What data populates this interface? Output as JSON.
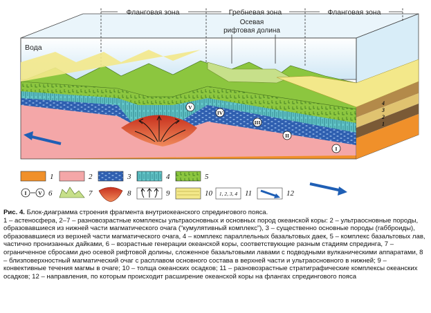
{
  "diagram": {
    "water_label": "Вода",
    "zones": [
      {
        "label": "Фланговая зона"
      },
      {
        "label": "Гребневая зона"
      },
      {
        "label": "Фланговая зона"
      }
    ],
    "rift_valley_label_line1": "Осевая",
    "rift_valley_label_line2": "рифтовая долина",
    "roman_markers": [
      "I",
      "II",
      "III",
      "IV",
      "V"
    ],
    "layer_numbers": [
      "4",
      "3",
      "2",
      "1"
    ],
    "legend": [
      {
        "num": "1",
        "color": "#f0902a"
      },
      {
        "num": "2",
        "color": "#f4a7a8"
      },
      {
        "num": "3",
        "color": "#2f5fb0"
      },
      {
        "num": "4",
        "color": "#63c5c8"
      },
      {
        "num": "5",
        "color": "#8cc63f"
      },
      {
        "num": "6",
        "symbol": "I – V"
      },
      {
        "num": "7",
        "color": "#c7e08a"
      },
      {
        "num": "8",
        "color": "#e0502a"
      },
      {
        "num": "9",
        "symbol": "arrows"
      },
      {
        "num": "10",
        "color": "#f3e88a"
      },
      {
        "num": "11",
        "symbol": "1, 2, 3, 4"
      },
      {
        "num": "12",
        "symbol": "arrow",
        "color": "#1f5fb5"
      }
    ]
  },
  "caption": {
    "fig_label": "Рис. 4.",
    "title": " Блок-диаграмма строения фрагмента внутриокеанского спредингового пояса.",
    "body": "1 – астеносфера, 2–7 – разновозрастные комплексы ультраосновных и основных пород океанской коры: 2 – ультраосновные породы, образовавшиеся из нижней части магматического очага (“кумулятивный комплекс”), 3 – существенно основные породы (габброиды), образовавшиеся из верхней части магматического очага, 4 – комплекс параллельных базальтовых даек, 5 – комплекс базальтовых лав, частично пронизанных дайками, 6 – возрастные генерации океанской коры, соответствующие разным стадиям спрединга, 7 – ограниченное сбросами дно осевой рифтовой долины, сложенное базальтовыми лавами с подводными вулканическими аппаратами, 8 – близповерхностный магматический очаг с расплавом основного состава в верхней части и ультраосновного в нижней; 9 – конвективные течения магмы в очаге; 10 – толща океанских осадков; 11 – разновозрастные стратиграфические комплексы океанских осадков; 12 – направления, по которым происходит расширение океанской коры на флангах спредингового пояса"
  }
}
